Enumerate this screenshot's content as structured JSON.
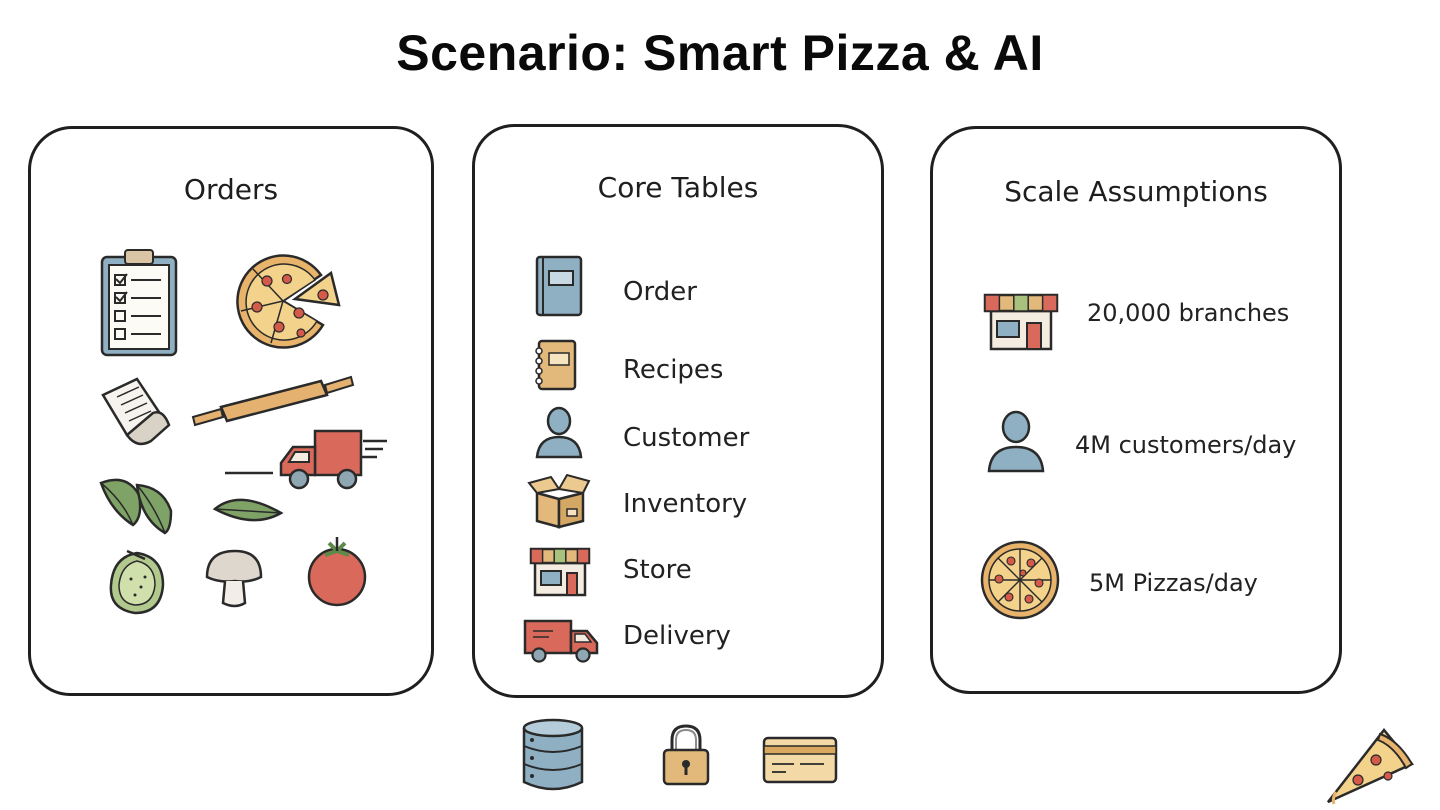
{
  "title": "Scenario: Smart Pizza & AI",
  "panels": {
    "orders": {
      "title": "Orders",
      "icons": [
        "clipboard-checklist-icon",
        "pizza-icon",
        "receipt-icon",
        "rolling-pin-icon",
        "delivery-truck-icon",
        "basil-leaves-icon",
        "basil-leaf-icon",
        "green-pepper-icon",
        "mushroom-icon",
        "tomato-icon"
      ]
    },
    "core_tables": {
      "title": "Core Tables",
      "items": [
        {
          "label": "Order",
          "icon": "book-icon"
        },
        {
          "label": "Recipes",
          "icon": "notebook-icon"
        },
        {
          "label": "Customer",
          "icon": "person-icon"
        },
        {
          "label": "Inventory",
          "icon": "box-icon"
        },
        {
          "label": "Store",
          "icon": "storefront-icon"
        },
        {
          "label": "Delivery",
          "icon": "delivery-truck-icon"
        }
      ]
    },
    "scale": {
      "title": "Scale Assumptions",
      "items": [
        {
          "label": "20,000 branches",
          "icon": "storefront-icon"
        },
        {
          "label": "4M customers/day",
          "icon": "person-icon"
        },
        {
          "label": "5M Pizzas/day",
          "icon": "pizza-icon"
        }
      ]
    }
  },
  "footer_icons": [
    "database-icon",
    "padlock-icon",
    "credit-card-icon",
    "pizza-slice-icon"
  ],
  "colors": {
    "outline": "#2a2a2a",
    "blue": "#8fb0c2",
    "tan": "#e2b97a",
    "red": "#d9695a",
    "green": "#7fa266",
    "pizza_crust": "#e8b36a",
    "pepperoni": "#d45a4a"
  }
}
